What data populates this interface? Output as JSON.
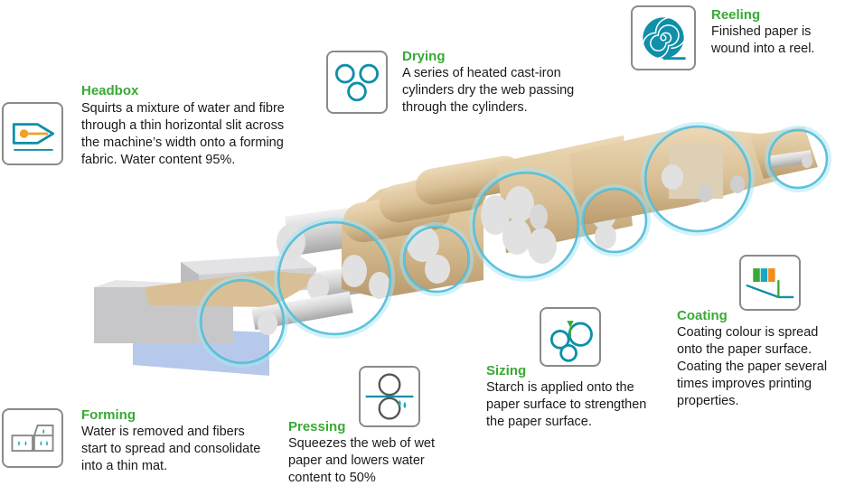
{
  "steps": {
    "headbox": {
      "title": "Headbox",
      "description": "Squirts a mixture  of water and fibre through  a thin horizontal slit across the machine’s width onto a forming fabric. Water content 95%.",
      "icon": "headbox-icon"
    },
    "forming": {
      "title": "Forming",
      "description": "Water is removed and fibers start to spread and consolidate into a thin mat.",
      "icon": "forming-icon"
    },
    "pressing": {
      "title": "Pressing",
      "description": "Squeezes the web of wet paper and lowers water content to 50%",
      "icon": "pressing-icon"
    },
    "drying": {
      "title": "Drying",
      "description": "A series of heated cast-iron cylinders dry the web passing through the cylinders.",
      "icon": "drying-icon"
    },
    "sizing": {
      "title": "Sizing",
      "description": "Starch is applied onto the paper surface to strengthen  the paper surface.",
      "icon": "sizing-icon"
    },
    "coating": {
      "title": "Coating",
      "description": "Coating colour is spread onto the paper surface. Coating the paper several times improves printing properties.",
      "icon": "coating-icon"
    },
    "reeling": {
      "title": "Reeling",
      "description": "Finished paper is wound into a reel.",
      "icon": "reel-icon"
    }
  },
  "colors": {
    "title_green": "#39a935",
    "icon_teal": "#0f8fa8",
    "highlight_cyan": "#5fd0ea",
    "paper_tan": "#d9bf95",
    "machine_gray": "#c9c9cb",
    "water_blue": "#a9bfe8"
  }
}
